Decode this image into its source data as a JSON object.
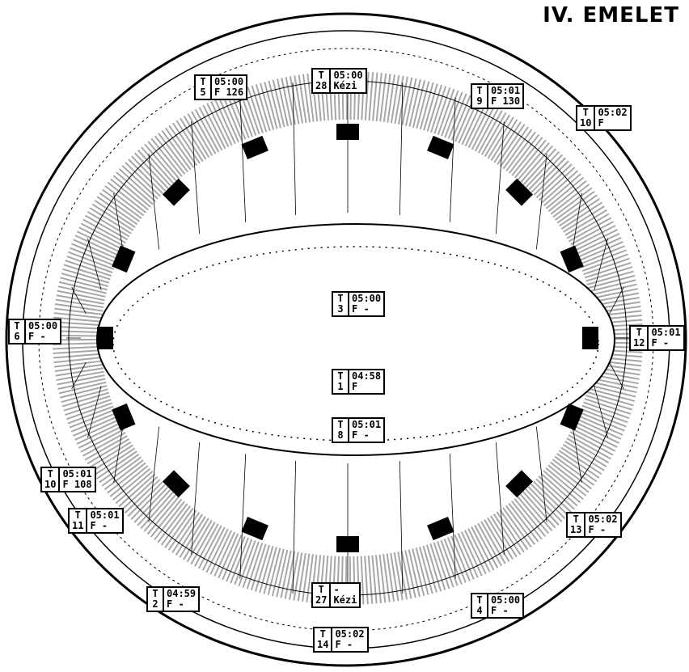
{
  "title": "IV. EMELET",
  "labels": [
    {
      "id": "ne-left",
      "t": "T",
      "n": "5",
      "time": "05:00",
      "f": "F 126"
    },
    {
      "id": "top",
      "t": "T",
      "n": "28",
      "time": "05:00",
      "f": "Kézi"
    },
    {
      "id": "ne-right",
      "t": "T",
      "n": "9",
      "time": "05:01",
      "f": "F 130"
    },
    {
      "id": "ne-far",
      "t": "T",
      "n": "10",
      "time": "05:02",
      "f": "F"
    },
    {
      "id": "center-top",
      "t": "T",
      "n": "3",
      "time": "05:00",
      "f": "F -"
    },
    {
      "id": "west",
      "t": "T",
      "n": "6",
      "time": "05:00",
      "f": "F -"
    },
    {
      "id": "east",
      "t": "T",
      "n": "12",
      "time": "05:01",
      "f": "F -"
    },
    {
      "id": "center-mid",
      "t": "T",
      "n": "1",
      "time": "04:58",
      "f": "F"
    },
    {
      "id": "center-low",
      "t": "T",
      "n": "8",
      "time": "05:01",
      "f": "F -"
    },
    {
      "id": "sw-upper",
      "t": "T",
      "n": "10",
      "time": "05:01",
      "f": "F 108"
    },
    {
      "id": "sw-mid",
      "t": "T",
      "n": "11",
      "time": "05:01",
      "f": "F -"
    },
    {
      "id": "se",
      "t": "T",
      "n": "13",
      "time": "05:02",
      "f": "F -"
    },
    {
      "id": "sw-low",
      "t": "T",
      "n": "2",
      "time": "04:59",
      "f": "F -"
    },
    {
      "id": "bottom-left",
      "t": "T",
      "n": "27",
      "time": "-",
      "f": "Kézi"
    },
    {
      "id": "bottom-right",
      "t": "T",
      "n": "4",
      "time": "05:00",
      "f": "F -"
    },
    {
      "id": "bottom",
      "t": "T",
      "n": "14",
      "time": "05:02",
      "f": "F -"
    }
  ]
}
